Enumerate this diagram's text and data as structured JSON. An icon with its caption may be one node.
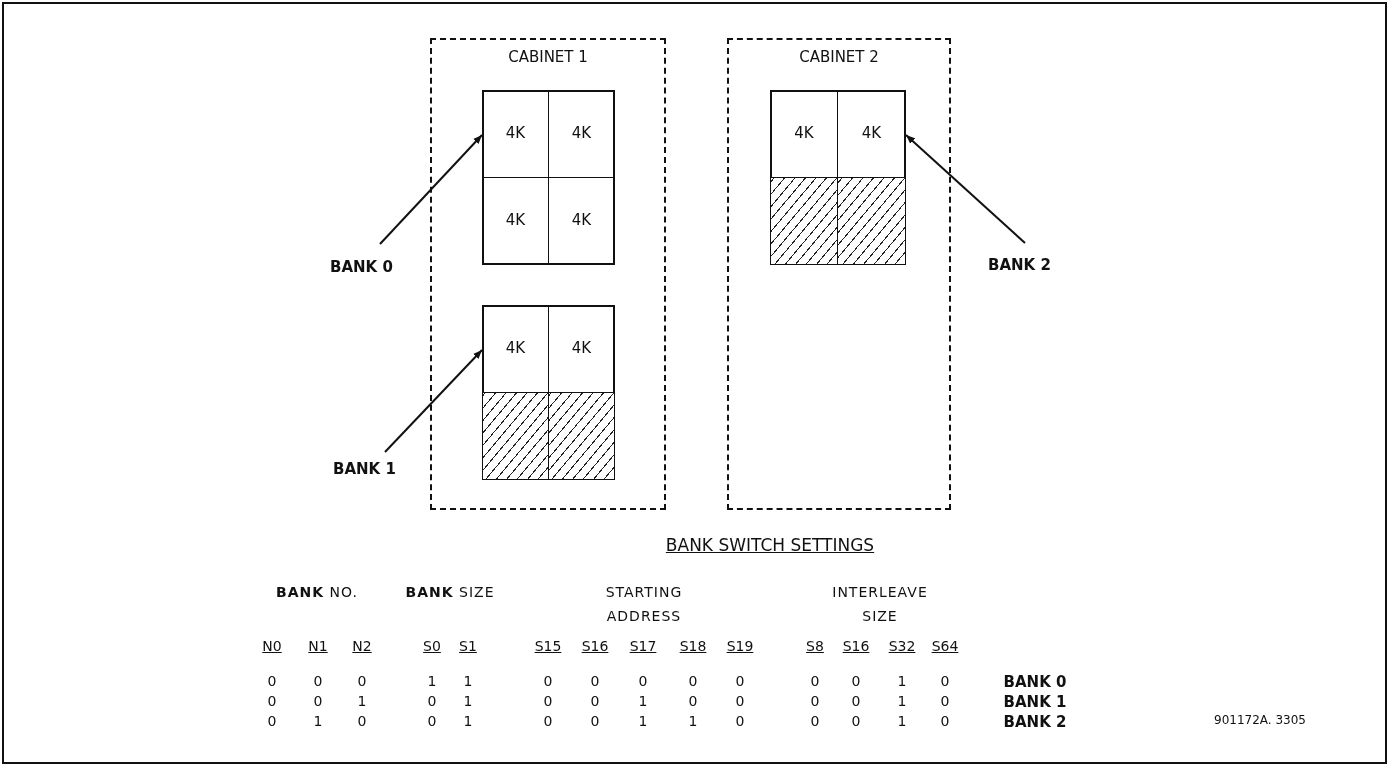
{
  "diagram": {
    "nodes": [
      {
        "text": [
          "CABINET 1"
        ]
      },
      {
        "text": [],
        "shape": "box",
        "in": 0
      },
      {
        "text": [
          "4K"
        ],
        "in": 1
      },
      {
        "text": [
          "4K"
        ],
        "in": 1
      },
      {
        "text": [
          "4K"
        ],
        "in": 1
      },
      {
        "text": [
          "4K"
        ],
        "in": 1
      },
      {
        "text": [],
        "shape": "box",
        "in": 0
      },
      {
        "text": [
          "4K"
        ],
        "in": 6
      },
      {
        "text": [
          "4K"
        ],
        "in": 6
      },
      {
        "text": [],
        "shape": "box",
        "in": 6
      },
      {
        "text": [],
        "shape": "box",
        "in": 6
      },
      {
        "text": [
          "CABINET 2"
        ]
      },
      {
        "text": [],
        "shape": "box",
        "in": 11
      },
      {
        "text": [
          "4K"
        ],
        "in": 12
      },
      {
        "text": [
          "4K"
        ],
        "in": 12
      },
      {
        "text": [],
        "shape": "box",
        "in": 12
      },
      {
        "text": [],
        "shape": "box",
        "in": 12
      },
      {
        "text": [
          "BANK 0"
        ]
      },
      {
        "text": [
          "BANK 1"
        ]
      },
      {
        "text": [
          "BANK 2"
        ]
      }
    ],
    "edges": [
      {
        "from": 17,
        "to": 1,
        "arrow": "to"
      },
      {
        "from": 18,
        "to": 6,
        "arrow": "to"
      },
      {
        "from": 19,
        "to": 12,
        "arrow": "to"
      }
    ],
    "labels": [
      "BANK SWITCH SETTINGS",
      "**BANK** NO.",
      "**BANK** SIZE",
      "STARTING ADDRESS",
      "INTERLEAVE SIZE",
      "N0",
      "N1",
      "N2",
      "S0",
      "S1",
      "S15",
      "S16",
      "S17",
      "S18",
      "S19",
      "S8",
      "S16",
      "S32",
      "S64",
      "0",
      "0",
      "0",
      "1",
      "1",
      "0",
      "0",
      "0",
      "0",
      "0",
      "0",
      "0",
      "1",
      "0",
      "BANK 0",
      "0",
      "0",
      "1",
      "0",
      "1",
      "0",
      "0",
      "1",
      "0",
      "0",
      "0",
      "0",
      "1",
      "0",
      "BANK 1",
      "0",
      "1",
      "0",
      "0",
      "1",
      "0",
      "0",
      "1",
      "1",
      "0",
      "0",
      "0",
      "1",
      "0",
      "BANK 2",
      "901172A. 3305"
    ]
  }
}
